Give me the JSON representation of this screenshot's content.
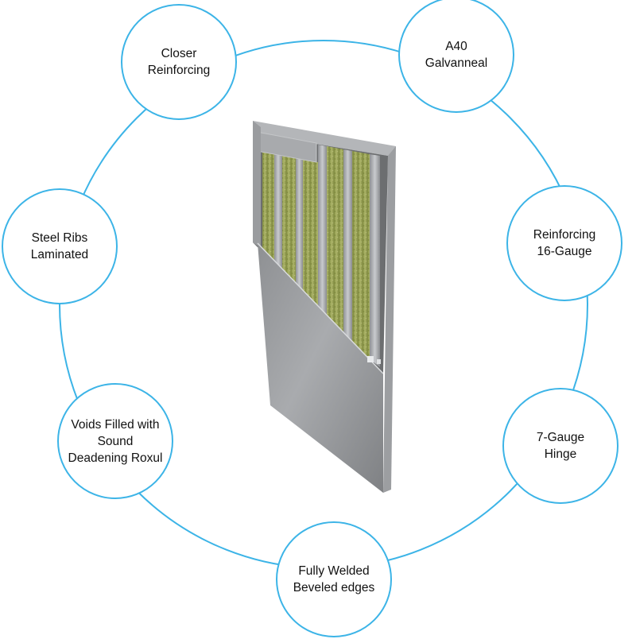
{
  "diagram": {
    "type": "feature-ring",
    "subject": "steel-door-cutaway",
    "ring_color": "#3cb4e7",
    "features": [
      {
        "id": "closer-reinforcing",
        "label": "Closer\nReinforcing"
      },
      {
        "id": "a40-galvanneal",
        "label": "A40\nGalvanneal"
      },
      {
        "id": "reinforcing-16-gauge",
        "label": "Reinforcing\n16-Gauge"
      },
      {
        "id": "7-gauge-hinge",
        "label": "7-Gauge\nHinge"
      },
      {
        "id": "fully-welded-beveled-edges",
        "label": "Fully Welded\nBeveled edges"
      },
      {
        "id": "voids-filled-roxul",
        "label": "Voids Filled with\nSound\nDeadening Roxul"
      },
      {
        "id": "steel-ribs-laminated",
        "label": "Steel Ribs\nLaminated"
      }
    ]
  }
}
